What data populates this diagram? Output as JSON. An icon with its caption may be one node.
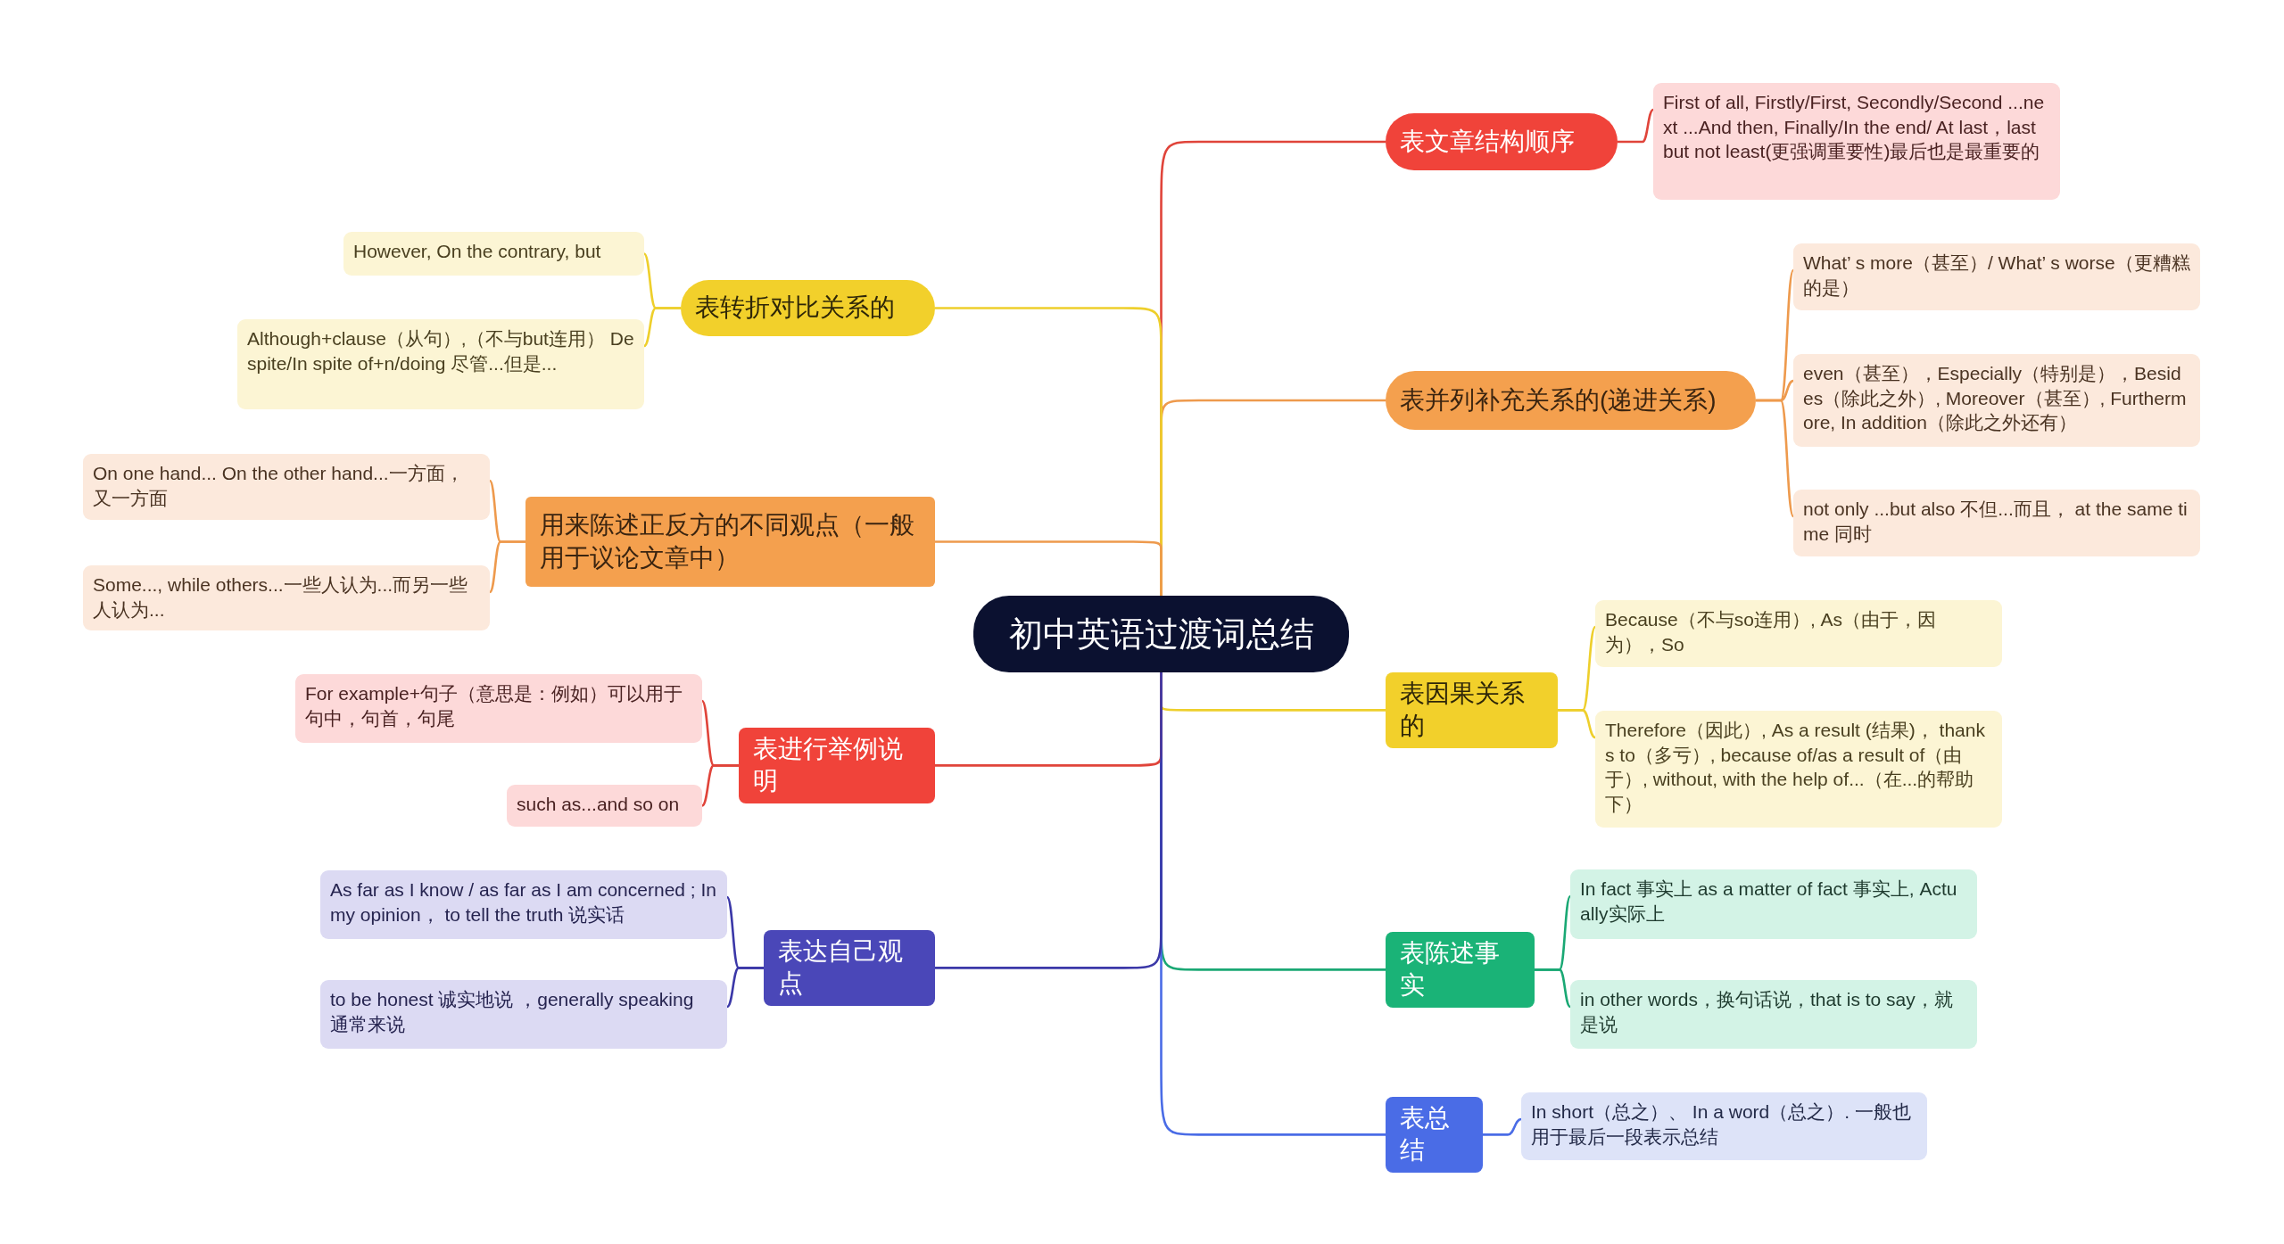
{
  "diagram": {
    "nodes": [
      {
        "text": [
          "初中英语过渡词总结"
        ]
      },
      {
        "text": [
          "表文章结构顺序"
        ]
      },
      {
        "text": [
          "First of all, Firstly/First, Secondly/Second ...next ...And then, Finally/In the end/ At last，last but not least(更强调重要性)最后也是最重要的"
        ]
      },
      {
        "text": [
          "表并列补充关系的(递进关系)"
        ]
      },
      {
        "text": [
          "What’ s more（甚至）/ What’ s worse（更糟糕的是）"
        ]
      },
      {
        "text": [
          "even（甚至），Especially（特别是），Besides（除此之外）, Moreover（甚至）, Furthermore, In addition（除此之外还有）"
        ]
      },
      {
        "text": [
          "not only ...but also 不但...而且， at the same time 同时"
        ]
      },
      {
        "text": [
          "表因果关系的"
        ]
      },
      {
        "text": [
          "Because（不与so连用）, As（由于，因为），So"
        ]
      },
      {
        "text": [
          "Therefore（因此）, As a result (结果)， thanks to（多亏）, because of/as a result of（由于）, without, with the help of...（在...的帮助下）"
        ]
      },
      {
        "text": [
          "表陈述事实"
        ]
      },
      {
        "text": [
          "In fact 事实上 as a matter of fact 事实上, Actually实际上"
        ]
      },
      {
        "text": [
          "in other words，换句话说，that is to say，就是说"
        ]
      },
      {
        "text": [
          "表总结"
        ]
      },
      {
        "text": [
          "In short（总之）、 In a word（总之）. 一般也用于最后一段表示总结"
        ]
      },
      {
        "text": [
          "表转折对比关系的"
        ]
      },
      {
        "text": [
          "However, On the contrary, but"
        ]
      },
      {
        "text": [
          "Although+clause（从句）,（不与but连用） Despite/In spite of+n/doing 尽管...但是..."
        ]
      },
      {
        "text": [
          "用来陈述正反方的不同观点（一般用于议论文章中）"
        ]
      },
      {
        "text": [
          "On one hand... On the other hand...一方面，又一方面"
        ]
      },
      {
        "text": [
          "Some..., while others...一些人认为...而另一些人认为..."
        ]
      },
      {
        "text": [
          "表进行举例说明"
        ]
      },
      {
        "text": [
          "For example+句子（意思是：例如）可以用于句中，句首，句尾"
        ]
      },
      {
        "text": [
          "such as...and so on"
        ]
      },
      {
        "text": [
          "表达自己观点"
        ]
      },
      {
        "text": [
          "As far as I know / as far as I am concerned ; In my opinion， to tell the truth 说实话"
        ]
      },
      {
        "text": [
          "to be honest 诚实地说 ，generally speaking 通常来说"
        ]
      }
    ],
    "edges": [
      {
        "from": 0,
        "to": 1,
        "arrow": "none",
        "color": "#e0443a"
      },
      {
        "from": 1,
        "to": 2,
        "arrow": "none",
        "color": "#e0443a"
      },
      {
        "from": 0,
        "to": 3,
        "arrow": "none",
        "color": "#ee9a4d"
      },
      {
        "from": 3,
        "to": 4,
        "arrow": "none",
        "color": "#ee9a4d"
      },
      {
        "from": 3,
        "to": 5,
        "arrow": "none",
        "color": "#ee9a4d"
      },
      {
        "from": 3,
        "to": 6,
        "arrow": "none",
        "color": "#ee9a4d"
      },
      {
        "from": 0,
        "to": 7,
        "arrow": "none",
        "color": "#eecf2c"
      },
      {
        "from": 7,
        "to": 8,
        "arrow": "none",
        "color": "#eecf2c"
      },
      {
        "from": 7,
        "to": 9,
        "arrow": "none",
        "color": "#eecf2c"
      },
      {
        "from": 0,
        "to": 10,
        "arrow": "none",
        "color": "#1aa874"
      },
      {
        "from": 10,
        "to": 11,
        "arrow": "none",
        "color": "#1aa874"
      },
      {
        "from": 10,
        "to": 12,
        "arrow": "none",
        "color": "#1aa874"
      },
      {
        "from": 0,
        "to": 13,
        "arrow": "none",
        "color": "#4a6ce6"
      },
      {
        "from": 13,
        "to": 14,
        "arrow": "none",
        "color": "#4a6ce6"
      },
      {
        "from": 0,
        "to": 15,
        "arrow": "none",
        "color": "#eecf2c"
      },
      {
        "from": 15,
        "to": 16,
        "arrow": "none",
        "color": "#eecf2c"
      },
      {
        "from": 15,
        "to": 17,
        "arrow": "none",
        "color": "#eecf2c"
      },
      {
        "from": 0,
        "to": 18,
        "arrow": "none",
        "color": "#ee9a4d"
      },
      {
        "from": 18,
        "to": 19,
        "arrow": "none",
        "color": "#ee9a4d"
      },
      {
        "from": 18,
        "to": 20,
        "arrow": "none",
        "color": "#ee9a4d"
      },
      {
        "from": 0,
        "to": 21,
        "arrow": "none",
        "color": "#e0443a"
      },
      {
        "from": 21,
        "to": 22,
        "arrow": "none",
        "color": "#e0443a"
      },
      {
        "from": 21,
        "to": 23,
        "arrow": "none",
        "color": "#e0443a"
      },
      {
        "from": 0,
        "to": 24,
        "arrow": "none",
        "color": "#3b38a8"
      },
      {
        "from": 24,
        "to": 25,
        "arrow": "none",
        "color": "#3b38a8"
      },
      {
        "from": 24,
        "to": 26,
        "arrow": "none",
        "color": "#3b38a8"
      }
    ]
  }
}
